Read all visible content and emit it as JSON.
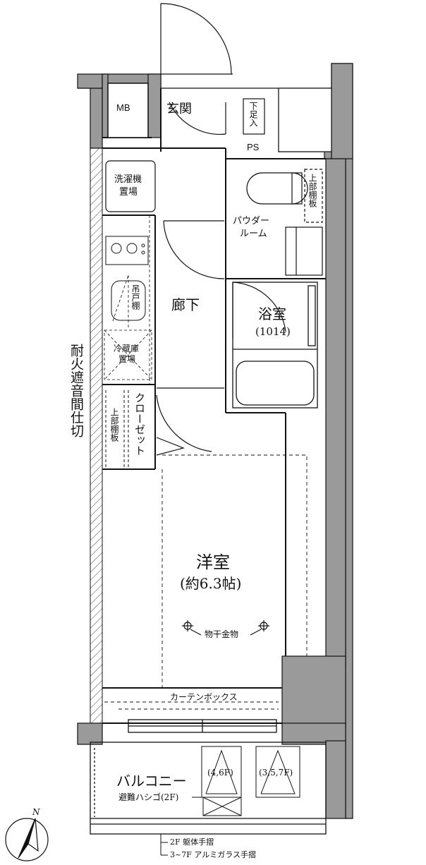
{
  "rooms": {
    "mb": "MB",
    "entrance": "玄関",
    "shoe": "下足入",
    "ps": "PS",
    "washer_1": "洗濯機",
    "washer_2": "置場",
    "upper_shelf": "上部棚板",
    "powder_1": "パウダー",
    "powder_2": "ルーム",
    "hanging": "吊戸棚",
    "corridor": "廊下",
    "bath": "浴室",
    "bath_size": "(1014)",
    "fridge_1": "冷蔵庫",
    "fridge_2": "置場",
    "closet": "クローゼット",
    "closet_shelf": "上部棚板",
    "fire_wall": "耐火遮音間仕切",
    "western": "洋室",
    "western_size": "(約6.3帖)",
    "drying": "物干金物",
    "curtain": "カーテンボックス",
    "balcony": "バルコニー",
    "ladder": "避難ハシゴ(2F)",
    "floors_a": "(4,6F)",
    "floors_b": "(3,5,7F)",
    "north": "N"
  },
  "notes": {
    "rail_1": "2F 躯体手摺",
    "rail_2": "3~7F アルミガラス手摺"
  }
}
